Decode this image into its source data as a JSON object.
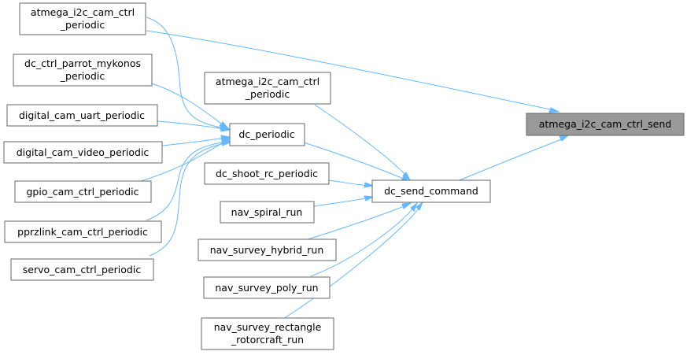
{
  "graph": {
    "colors": {
      "edge": "#63b8ff",
      "node_border": "#666666",
      "node_fill": "#ffffff",
      "root_fill": "#999999"
    },
    "nodes": {
      "atmega_i2c_cam_ctrl_send": {
        "lines": [
          "atmega_i2c_cam_ctrl_send"
        ]
      },
      "dc_send_command": {
        "lines": [
          "dc_send_command"
        ]
      },
      "dc_periodic": {
        "lines": [
          "dc_periodic"
        ]
      },
      "atmega_periodic_top": {
        "lines": [
          "atmega_i2c_cam_ctrl",
          "_periodic"
        ]
      },
      "atmega_periodic_mid": {
        "lines": [
          "atmega_i2c_cam_ctrl",
          "_periodic"
        ]
      },
      "dc_ctrl_parrot_mykonos_periodic": {
        "lines": [
          "dc_ctrl_parrot_mykonos",
          "_periodic"
        ]
      },
      "digital_cam_uart_periodic": {
        "lines": [
          "digital_cam_uart_periodic"
        ]
      },
      "digital_cam_video_periodic": {
        "lines": [
          "digital_cam_video_periodic"
        ]
      },
      "gpio_cam_ctrl_periodic": {
        "lines": [
          "gpio_cam_ctrl_periodic"
        ]
      },
      "pprzlink_cam_ctrl_periodic": {
        "lines": [
          "pprzlink_cam_ctrl_periodic"
        ]
      },
      "servo_cam_ctrl_periodic": {
        "lines": [
          "servo_cam_ctrl_periodic"
        ]
      },
      "dc_shoot_rc_periodic": {
        "lines": [
          "dc_shoot_rc_periodic"
        ]
      },
      "nav_spiral_run": {
        "lines": [
          "nav_spiral_run"
        ]
      },
      "nav_survey_hybrid_run": {
        "lines": [
          "nav_survey_hybrid_run"
        ]
      },
      "nav_survey_poly_run": {
        "lines": [
          "nav_survey_poly_run"
        ]
      },
      "nav_survey_rectangle_rotorcraft_run": {
        "lines": [
          "nav_survey_rectangle",
          "_rotorcraft_run"
        ]
      }
    },
    "edges": [
      {
        "from": "dc_send_command",
        "to": "atmega_i2c_cam_ctrl_send"
      },
      {
        "from": "atmega_periodic_top",
        "to": "atmega_i2c_cam_ctrl_send"
      },
      {
        "from": "dc_periodic",
        "to": "dc_send_command"
      },
      {
        "from": "atmega_periodic_mid",
        "to": "dc_send_command"
      },
      {
        "from": "dc_shoot_rc_periodic",
        "to": "dc_send_command"
      },
      {
        "from": "nav_spiral_run",
        "to": "dc_send_command"
      },
      {
        "from": "nav_survey_hybrid_run",
        "to": "dc_send_command"
      },
      {
        "from": "nav_survey_poly_run",
        "to": "dc_send_command"
      },
      {
        "from": "nav_survey_rectangle_rotorcraft_run",
        "to": "dc_send_command"
      },
      {
        "from": "atmega_periodic_top",
        "to": "dc_periodic"
      },
      {
        "from": "dc_ctrl_parrot_mykonos_periodic",
        "to": "dc_periodic"
      },
      {
        "from": "digital_cam_uart_periodic",
        "to": "dc_periodic"
      },
      {
        "from": "digital_cam_video_periodic",
        "to": "dc_periodic"
      },
      {
        "from": "gpio_cam_ctrl_periodic",
        "to": "dc_periodic"
      },
      {
        "from": "pprzlink_cam_ctrl_periodic",
        "to": "dc_periodic"
      },
      {
        "from": "servo_cam_ctrl_periodic",
        "to": "dc_periodic"
      }
    ]
  }
}
